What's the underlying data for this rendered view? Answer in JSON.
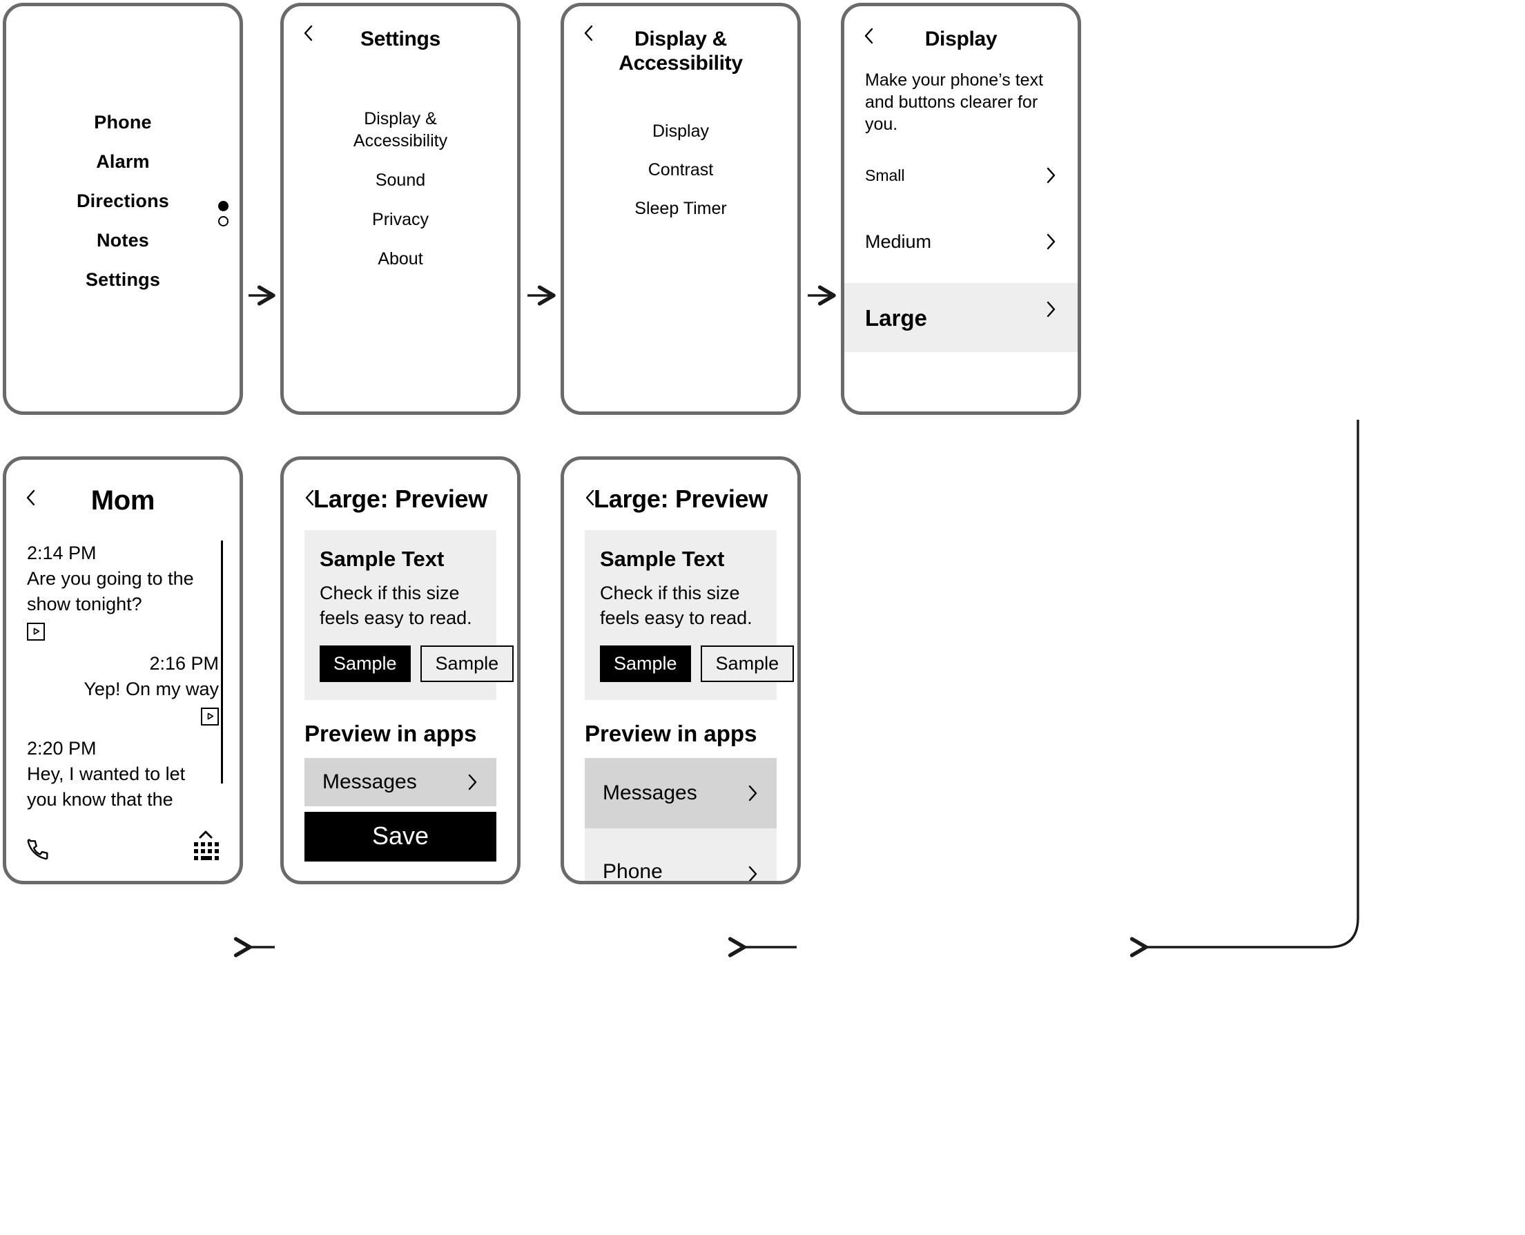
{
  "screens": {
    "home": {
      "apps": [
        {
          "label": "Phone"
        },
        {
          "label": "Alarm"
        },
        {
          "label": "Directions"
        },
        {
          "label": "Notes"
        },
        {
          "label": "Settings"
        }
      ],
      "page_indicator": {
        "current": 1,
        "total": 2
      }
    },
    "settings": {
      "title": "Settings",
      "back_icon": "chevron-left-icon",
      "items": [
        {
          "label": "Display &\nAccessibility"
        },
        {
          "label": "Sound"
        },
        {
          "label": "Privacy"
        },
        {
          "label": "About"
        }
      ]
    },
    "display_accessibility": {
      "title": "Display &\nAccessibility",
      "back_icon": "chevron-left-icon",
      "items": [
        {
          "label": "Display"
        },
        {
          "label": "Contrast"
        },
        {
          "label": "Sleep Timer"
        }
      ]
    },
    "display": {
      "title": "Display",
      "back_icon": "chevron-left-icon",
      "description": "Make your phone’s text and buttons clearer for you.",
      "options": [
        {
          "label": "Small",
          "selected": false
        },
        {
          "label": "Medium",
          "selected": false
        },
        {
          "label": "Large",
          "selected": true
        }
      ]
    },
    "messages": {
      "title": "Mom",
      "back_icon": "chevron-left-icon",
      "thread": [
        {
          "time": "2:14 PM",
          "text": "Are you going to the show tonight?",
          "direction": "incoming",
          "has_play": true
        },
        {
          "time": "2:16 PM",
          "text": "Yep! On my way",
          "direction": "outgoing",
          "has_play": true
        },
        {
          "time": "2:20 PM",
          "text": "Hey, I wanted to let you know that the",
          "direction": "incoming",
          "has_play": false
        }
      ],
      "footer": {
        "call_icon": "phone-call-icon",
        "keypad_icon": "keyboard-icon"
      }
    },
    "preview_a": {
      "title": "Large: Preview",
      "back_icon": "chevron-left-icon",
      "sample_card": {
        "heading": "Sample Text",
        "body": "Check if this size feels easy to read.",
        "primary_button": "Sample",
        "secondary_button": "Sample"
      },
      "section_heading": "Preview in apps",
      "apps": [
        {
          "label": "Messages",
          "highlighted": true
        }
      ],
      "save_label": "Save"
    },
    "preview_b": {
      "title": "Large: Preview",
      "back_icon": "chevron-left-icon",
      "sample_card": {
        "heading": "Sample Text",
        "body": "Check if this size feels easy to read.",
        "primary_button": "Sample",
        "secondary_button": "Sample"
      },
      "section_heading": "Preview in apps",
      "apps": [
        {
          "label": "Messages",
          "highlighted": true
        },
        {
          "label": "Phone",
          "highlighted": false
        }
      ]
    }
  },
  "colors": {
    "frame_stroke": "#6a6a6a",
    "ink": "#000000",
    "surface_light": "#eeeeee",
    "surface_mid": "#d4d4d4",
    "canvas": "#ffffff"
  },
  "connectors": [
    {
      "name": "home-to-settings",
      "type": "arrow-right"
    },
    {
      "name": "settings-to-display-accessibility",
      "type": "arrow-right"
    },
    {
      "name": "display-accessibility-to-display",
      "type": "arrow-right"
    },
    {
      "name": "display-to-preview-b",
      "type": "elbow-arrow-left"
    },
    {
      "name": "preview-b-to-preview-a",
      "type": "arrow-left"
    },
    {
      "name": "preview-a-to-messages",
      "type": "arrow-left"
    }
  ]
}
